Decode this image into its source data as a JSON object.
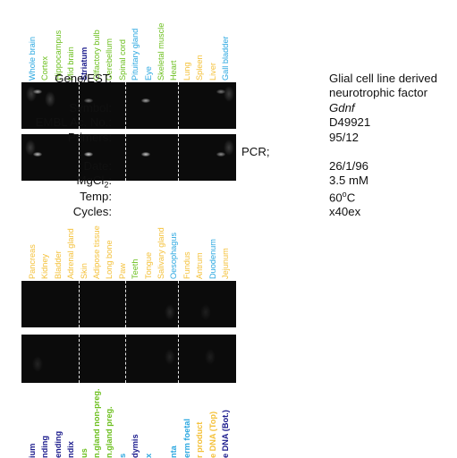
{
  "colors": {
    "blue": "#2aa7e0",
    "green": "#6cbf1e",
    "yellow": "#f4c13a",
    "navy": "#1a1a8c",
    "gel": "#0b0b0b"
  },
  "top_lanes": [
    {
      "label": "Whole brain",
      "color": "blue"
    },
    {
      "label": "Cortex",
      "color": "green"
    },
    {
      "label": "Hippocampus",
      "color": "green"
    },
    {
      "label": "Mid brain",
      "color": "green"
    },
    {
      "label": "Striatum",
      "color": "navy"
    },
    {
      "label": "Olfactory bulb",
      "color": "green"
    },
    {
      "label": "Cerebellum",
      "color": "green"
    },
    {
      "label": "Spinal cord",
      "color": "green"
    },
    {
      "label": "Pituitary gland",
      "color": "blue"
    },
    {
      "label": "Eye",
      "color": "blue"
    },
    {
      "label": "Skeletal muscle",
      "color": "green"
    },
    {
      "label": "Heart",
      "color": "green"
    },
    {
      "label": "Lung",
      "color": "yellow"
    },
    {
      "label": "Spleen",
      "color": "yellow"
    },
    {
      "label": "Liver",
      "color": "yellow"
    },
    {
      "label": "Gall bladder",
      "color": "blue"
    }
  ],
  "middle_lanes": [
    {
      "label": "Pancreas",
      "color": "yellow"
    },
    {
      "label": "Kidney",
      "color": "yellow"
    },
    {
      "label": "Bladder",
      "color": "yellow"
    },
    {
      "label": "Adrenal gland",
      "color": "yellow"
    },
    {
      "label": "Skin",
      "color": "yellow"
    },
    {
      "label": "Adipose tissue",
      "color": "yellow"
    },
    {
      "label": "Long bone",
      "color": "yellow"
    },
    {
      "label": "Paw",
      "color": "yellow"
    },
    {
      "label": "Teeth",
      "color": "green"
    },
    {
      "label": "Tongue",
      "color": "yellow"
    },
    {
      "label": "Salivary gland",
      "color": "yellow"
    },
    {
      "label": "Oesophagus",
      "color": "blue"
    },
    {
      "label": "Fundus",
      "color": "yellow"
    },
    {
      "label": "Antrum",
      "color": "yellow"
    },
    {
      "label": "Duodenum",
      "color": "blue"
    },
    {
      "label": "Jejunum",
      "color": "yellow"
    }
  ],
  "bottom_lanes": [
    {
      "label": "ium",
      "color": "navy"
    },
    {
      "label": "nding",
      "color": "navy"
    },
    {
      "label": "ending",
      "color": "navy"
    },
    {
      "label": "ndix",
      "color": "navy"
    },
    {
      "label": "us",
      "color": "green"
    },
    {
      "label": "n.gland non-preg.",
      "color": "green"
    },
    {
      "label": "n.gland preg.",
      "color": "green"
    },
    {
      "label": "s",
      "color": "blue"
    },
    {
      "label": "dymis",
      "color": "navy"
    },
    {
      "label": "x",
      "color": "blue"
    },
    {
      "label": "",
      "color": "blue"
    },
    {
      "label": "nta",
      "color": "blue"
    },
    {
      "label": "erm foetal",
      "color": "blue"
    },
    {
      "label": "r product",
      "color": "yellow"
    },
    {
      "label": "e DNA (Top)",
      "color": "yellow"
    },
    {
      "label": "e DNA (Bot.)",
      "color": "navy"
    }
  ],
  "info": {
    "gene_key": "Gene/EST:",
    "gene_val_1": "Glial cell line derived",
    "gene_val_2": "neurotrophic factor",
    "symbol_key": "Symbol:",
    "symbol_val": "Gdnf",
    "embl_key": "EMBL Ac. No.:",
    "embl_val": "D49921",
    "primers_key": "Primers:",
    "primers_val": "95/12",
    "pcr_label": "PCR;",
    "date_key": "Date:",
    "date_val": "26/1/96",
    "mgcl_key_a": "MgCl",
    "mgcl_key_sub": "2",
    "mgcl_key_b": ":",
    "mgcl_val": "3.5 mM",
    "temp_key": "Temp:",
    "temp_val_a": "60",
    "temp_val_sup": "o",
    "temp_val_b": "C",
    "cycles_key": "Cycles:",
    "cycles_val": "x40ex"
  }
}
